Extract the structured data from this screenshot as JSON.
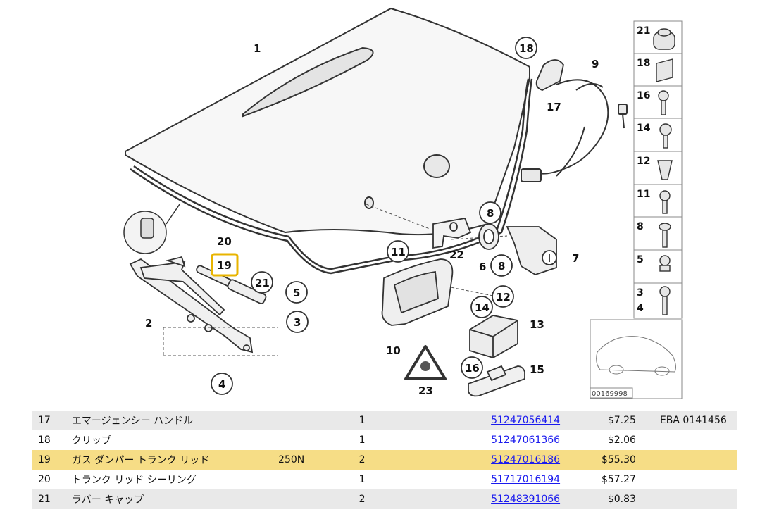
{
  "diagram": {
    "callouts": {
      "c1": "1",
      "c2": "2",
      "c3": "3",
      "c4": "4",
      "c5": "5",
      "c6": "6",
      "c7": "7",
      "c8a": "8",
      "c8b": "8",
      "c9": "9",
      "c10": "10",
      "c11": "11",
      "c12": "12",
      "c13": "13",
      "c14": "14",
      "c15": "15",
      "c16": "16",
      "c17": "17",
      "c18": "18",
      "c19": "19",
      "c20": "20",
      "c21": "21",
      "c22": "22",
      "c23": "23"
    },
    "side_panel": {
      "p21": "21",
      "p18": "18",
      "p16": "16",
      "p14": "14",
      "p12": "12",
      "p11": "11",
      "p8": "8",
      "p5": "5",
      "p3": "3",
      "p4": "4"
    },
    "car_thumb_code": "00169998",
    "highlight_color": "#e8b400"
  },
  "parts_table": {
    "rows": [
      {
        "no": "17",
        "desc": "エマージェンシー ハンドル",
        "spec": "",
        "qty": "1",
        "pn": "51247056414",
        "price": "$7.25",
        "note": "EBA 0141456"
      },
      {
        "no": "18",
        "desc": "クリップ",
        "spec": "",
        "qty": "1",
        "pn": "51247061366",
        "price": "$2.06",
        "note": ""
      },
      {
        "no": "19",
        "desc": "ガス ダンパー トランク リッド",
        "spec": "250N",
        "qty": "2",
        "pn": "51247016186",
        "price": "$55.30",
        "note": ""
      },
      {
        "no": "20",
        "desc": "トランク リッド シーリング",
        "spec": "",
        "qty": "1",
        "pn": "51717016194",
        "price": "$57.27",
        "note": ""
      },
      {
        "no": "21",
        "desc": "ラバー キャップ",
        "spec": "",
        "qty": "2",
        "pn": "51248391066",
        "price": "$0.83",
        "note": ""
      }
    ]
  }
}
